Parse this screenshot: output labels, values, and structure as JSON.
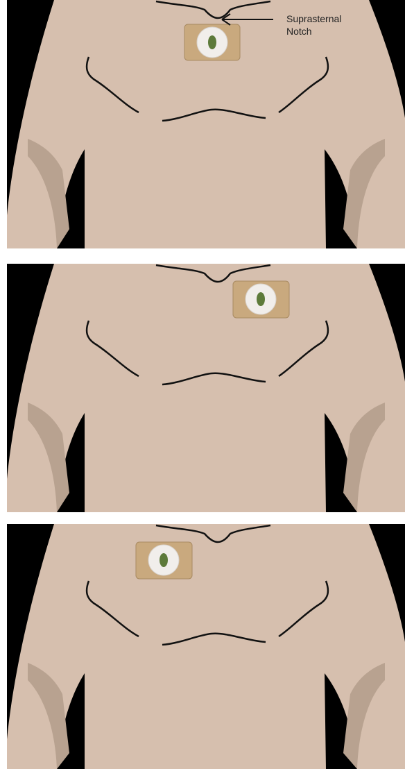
{
  "annotation": {
    "line1": "Suprasternal",
    "line2": "Notch"
  },
  "colors": {
    "background": "#000000",
    "skin": "#d6bfae",
    "skin_shadow": "#b8a290",
    "contour": "#111111",
    "patch_pad": "#c9a97e",
    "patch_disc": "#f1eeeb",
    "leaf": "#5d7a3a"
  },
  "panels": [
    {
      "name": "panel-notch",
      "patch": "suprasternal-notch"
    },
    {
      "name": "panel-left-chest",
      "patch": "upper-left-chest"
    },
    {
      "name": "panel-right-chest",
      "patch": "upper-right-chest"
    }
  ]
}
